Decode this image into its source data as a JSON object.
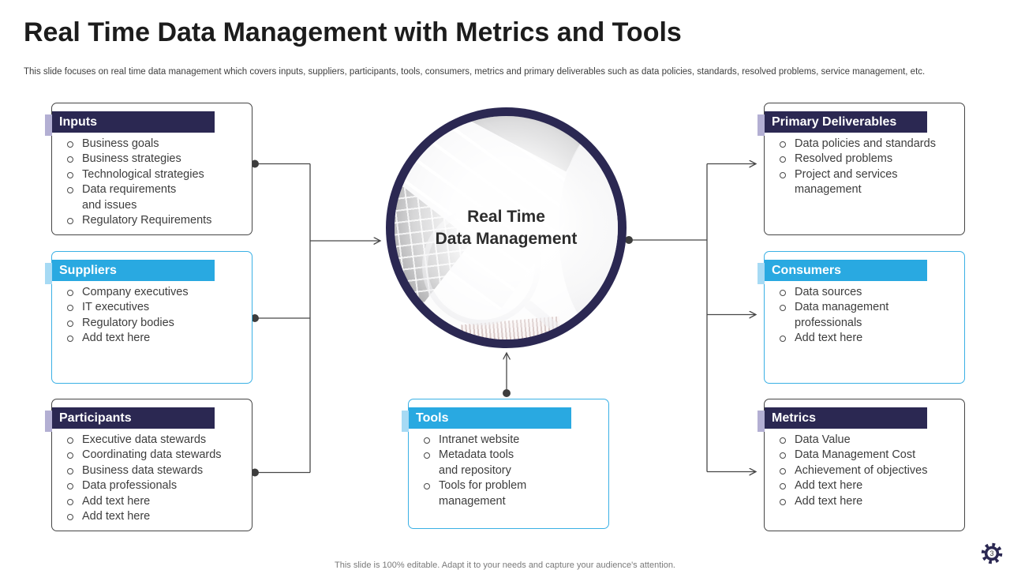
{
  "slide": {
    "title": "Real Time Data Management with Metrics and Tools",
    "subtitle": "This slide focuses on real time data management which covers inputs, suppliers, participants, tools, consumers, metrics and primary deliverables such as data policies, standards, resolved problems, service management, etc.",
    "footer_note": "This slide is 100% editable. Adapt it to your needs and capture your audience's attention.",
    "page_number": "3"
  },
  "center_circle": {
    "label": "Real Time\nData Management"
  },
  "boxes": [
    {
      "id": "inputs",
      "title": "Inputs",
      "theme": "navy",
      "items": [
        "Business goals",
        "Business strategies",
        "Technological strategies",
        "Data requirements\nand issues",
        "Regulatory Requirements"
      ]
    },
    {
      "id": "suppliers",
      "title": "Suppliers",
      "theme": "cyan",
      "items": [
        "Company executives",
        "IT executives",
        "Regulatory bodies",
        "Add text here"
      ]
    },
    {
      "id": "participants",
      "title": "Participants",
      "theme": "navy",
      "items": [
        "Executive data stewards",
        "Coordinating data stewards",
        "Business data stewards",
        "Data professionals",
        "Add text here",
        "Add text here"
      ]
    },
    {
      "id": "tools",
      "title": "Tools",
      "theme": "cyan",
      "items": [
        "Intranet website",
        "Metadata tools\nand repository",
        "Tools for problem\nmanagement"
      ]
    },
    {
      "id": "primary_deliverables",
      "title": "Primary Deliverables",
      "theme": "navy",
      "items": [
        "Data policies and standards",
        "Resolved problems",
        "Project and services\nmanagement"
      ]
    },
    {
      "id": "consumers",
      "title": "Consumers",
      "theme": "cyan",
      "items": [
        "Data sources",
        "Data management\nprofessionals",
        "Add text here"
      ]
    },
    {
      "id": "metrics",
      "title": "Metrics",
      "theme": "navy",
      "items": [
        "Data Value",
        "Data Management Cost",
        "Achievement of objectives",
        "Add text here",
        "Add text here"
      ]
    }
  ],
  "colors": {
    "navy": "#2b2852",
    "cyan": "#29a9e1",
    "navy_strip": "#b3afd3",
    "cyan_strip": "#a6daf4",
    "connector": "#474747",
    "dark_border": "#454545",
    "cyan_border": "#3ab0e5"
  }
}
